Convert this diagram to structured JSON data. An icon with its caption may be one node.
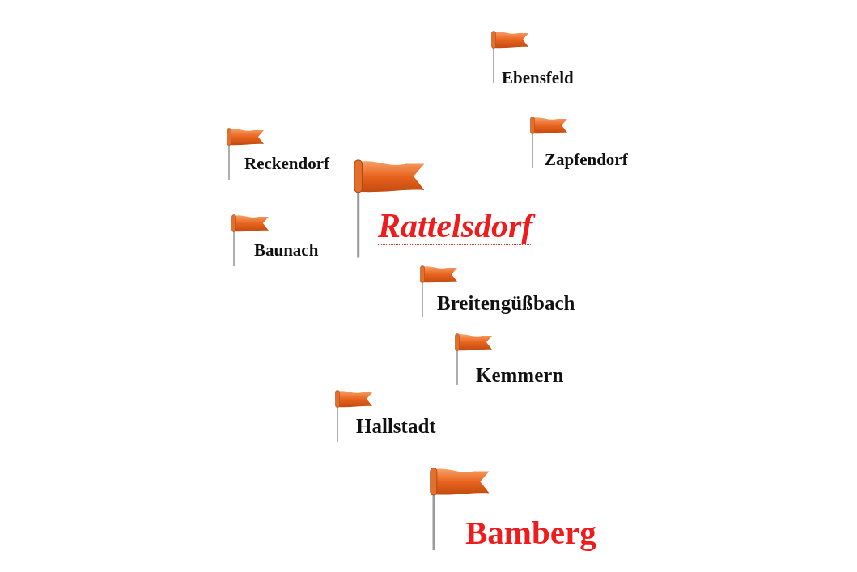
{
  "diagram": {
    "labels": [
      "Ebensfeld",
      "Reckendorf",
      "Zapfendorf",
      "Rattelsdorf",
      "Baunach",
      "Breitengüßbach",
      "Kemmern",
      "Hallstadt",
      "Bamberg"
    ]
  }
}
